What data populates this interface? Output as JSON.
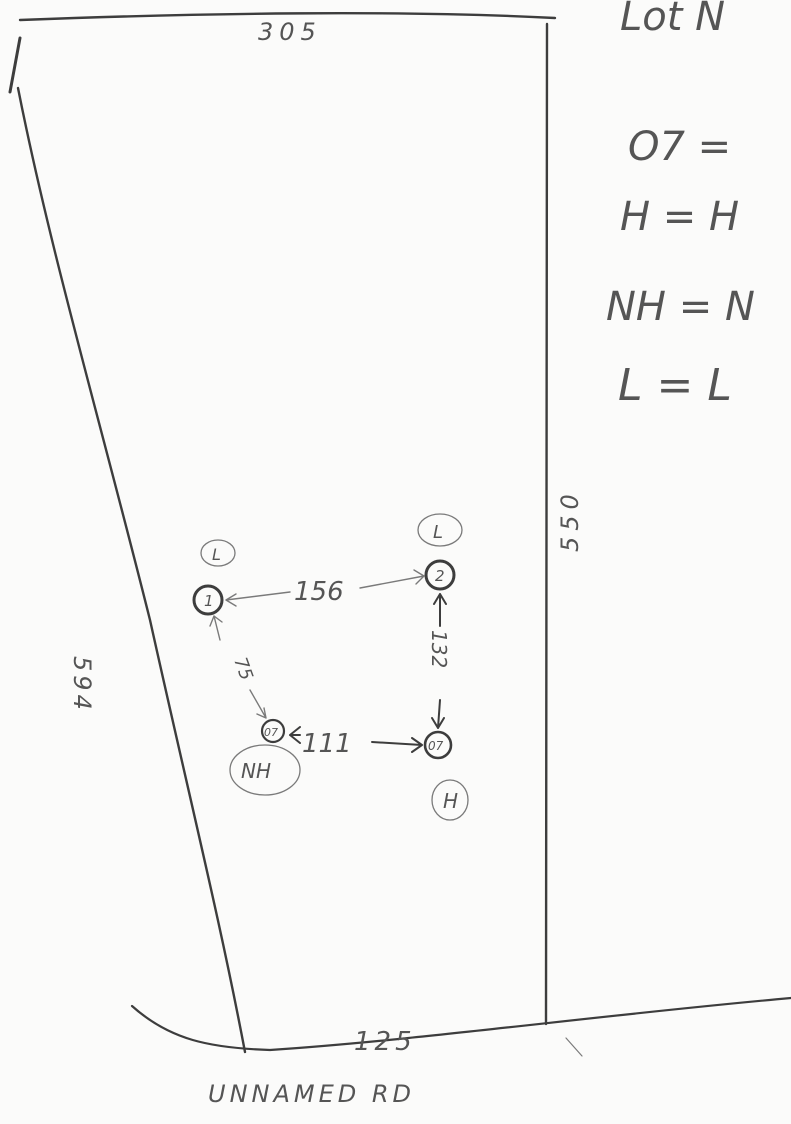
{
  "sketch": {
    "title_partial": "Lot N",
    "legend": [
      {
        "key": "O7",
        "text": "O7 = "
      },
      {
        "key": "H",
        "text": "H = H"
      },
      {
        "key": "NH",
        "text": "NH = N"
      },
      {
        "key": "L",
        "text": "L = L"
      }
    ],
    "boundary": {
      "top": "305",
      "left": "594",
      "right": "550",
      "bottom": "125"
    },
    "road_label": "UNNAMED RD",
    "points": [
      {
        "id": "1",
        "tag": "L"
      },
      {
        "id": "2",
        "tag": "L"
      },
      {
        "id": "07",
        "tag": "NH"
      },
      {
        "id": "07",
        "tag": "H"
      }
    ],
    "distances": {
      "p1_p2": "156",
      "p1_nh": "75",
      "p2_h": "132",
      "nh_h": "111"
    }
  }
}
